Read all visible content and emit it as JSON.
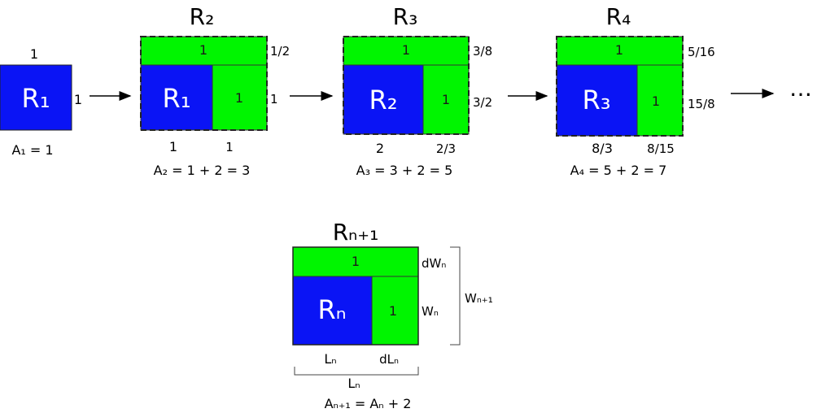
{
  "colors": {
    "blue": "#0a14f5",
    "green": "#00f500",
    "border": "#333333"
  },
  "stages": [
    {
      "title": "",
      "inner_label": "R₁",
      "top_dim": "1",
      "side_dim": "1",
      "area": "A₁ = 1"
    },
    {
      "title": "R₂",
      "inner_label": "R₁",
      "strip_top": "1",
      "strip_side": "1",
      "right_top": "1/2",
      "right_mid": "1",
      "bottom_left": "1",
      "bottom_right": "1",
      "area": "A₂ = 1 + 2 = 3"
    },
    {
      "title": "R₃",
      "inner_label": "R₂",
      "strip_top": "1",
      "strip_side": "1",
      "right_top": "3/8",
      "right_mid": "3/2",
      "bottom_left": "2",
      "bottom_right": "2/3",
      "area": "A₃ = 3 + 2 = 5"
    },
    {
      "title": "R₄",
      "inner_label": "R₃",
      "strip_top": "1",
      "strip_side": "1",
      "right_top": "5/16",
      "right_mid": "15/8",
      "bottom_left": "8/3",
      "bottom_right": "8/15",
      "area": "A₄ = 5 + 2 = 7"
    }
  ],
  "continuation": "…",
  "general": {
    "title": "Rₙ₊₁",
    "inner_label": "Rₙ",
    "strip_top": "1",
    "strip_side": "1",
    "right_top": "dWₙ",
    "right_mid": "Wₙ",
    "brace_label": "Wₙ₊₁",
    "bottom_left": "Lₙ",
    "bottom_right": "dLₙ",
    "brace_bottom": "Lₙ",
    "area": "Aₙ₊₁ = Aₙ + 2"
  }
}
